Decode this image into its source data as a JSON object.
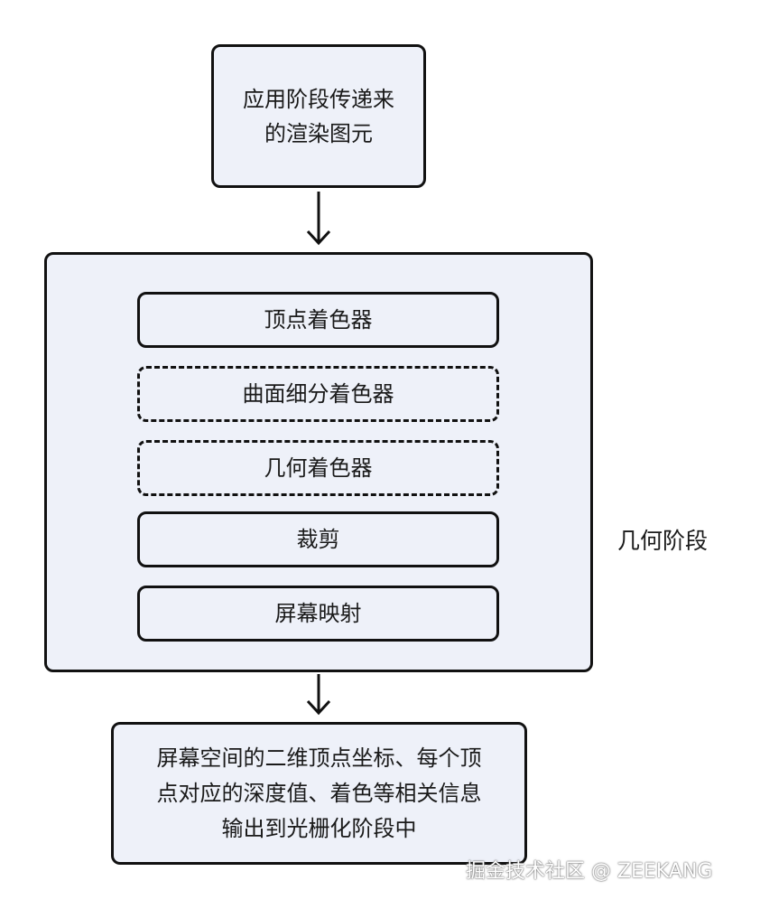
{
  "source_box": {
    "lines": [
      "应用阶段传递来",
      "的渲染图元"
    ]
  },
  "geometry_stage": {
    "label": "几何阶段",
    "steps": [
      {
        "label": "顶点着色器",
        "style": "solid"
      },
      {
        "label": "曲面细分着色器",
        "style": "dashed"
      },
      {
        "label": "几何着色器",
        "style": "dashed"
      },
      {
        "label": "裁剪",
        "style": "solid"
      },
      {
        "label": "屏幕映射",
        "style": "solid"
      }
    ]
  },
  "output_box": {
    "lines": [
      "屏幕空间的二维顶点坐标、每个顶",
      "点对应的深度值、着色等相关信息",
      "输出到光栅化阶段中"
    ]
  },
  "watermark": "掘金技术社区 @ ZEEKANG",
  "colors": {
    "box_fill": "#eef1f9",
    "border": "#111111",
    "text": "#1a1a1a"
  }
}
